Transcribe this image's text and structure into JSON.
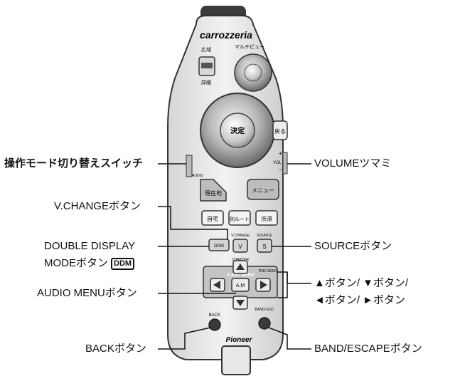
{
  "remote": {
    "brand": "carrozzeria",
    "maker": "Pioneer",
    "key_wide": "広域",
    "key_detail": "詳細",
    "key_multiview": "マルチビュー",
    "key_enter": "決定",
    "key_return": "戻る",
    "key_current": "現在地",
    "key_menu": "メニュー",
    "key_home": "自宅",
    "key_alt_route": "別ルート",
    "key_traffic": "渋滞",
    "label_vchange": "V.CHANGE",
    "key_v": "V",
    "label_source": "SOURCE",
    "key_s": "S",
    "key_ddm": "DDM",
    "label_chapter": "CHAPTER",
    "label_audio_menu": "AUDIO MENU",
    "key_am": "A.M",
    "label_trk_seek": "TRK/ SEEK",
    "label_back": "BACK",
    "label_band_esc": "BAND/ ESC",
    "label_vol": "VOL",
    "label_plus": "+",
    "label_minus": "−",
    "label_audio_switch": "AUDIO"
  },
  "callouts": {
    "mode_switch": "操作モード切り替えスイッチ",
    "v_change": "V.CHANGEボタン",
    "ddm_line1": "DOUBLE DISPLAY",
    "ddm_line2": "MODEボタン",
    "ddm_badge": "DDM",
    "audio_menu": "AUDIO MENUボタン",
    "back": "BACKボタン",
    "volume": "VOLUMEツマミ",
    "source": "SOURCEボタン",
    "arrows_line1": "▲ボタン/ ▼ボタン/",
    "arrows_line2": "◄ボタン/ ►ボタン",
    "band_escape": "BAND/ESCAPEボタン"
  },
  "colors": {
    "body": "#e9e9e9",
    "outline": "#333333",
    "dark_button": "#3a3a3a",
    "metal": "#b9b9b9"
  }
}
